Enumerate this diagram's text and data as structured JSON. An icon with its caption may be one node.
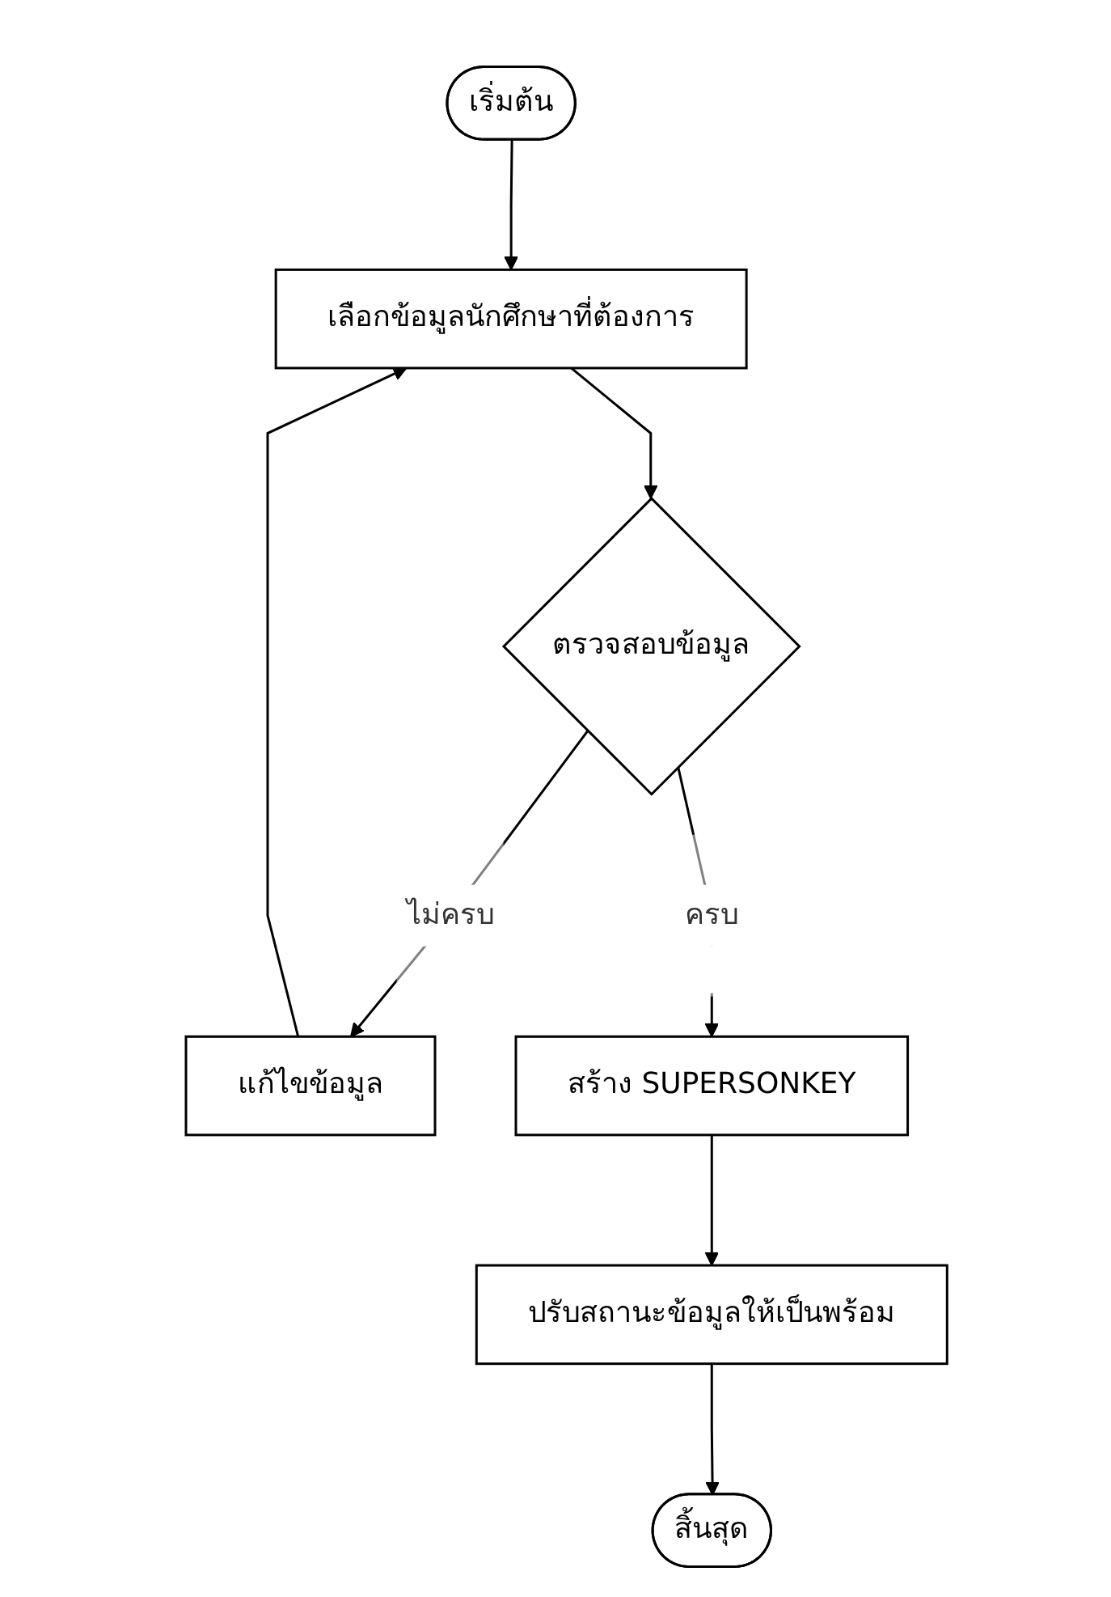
{
  "diagram": {
    "nodes": [
      {
        "text": [
          "เริ่มต้น"
        ]
      },
      {
        "text": [
          "เลือกข้อมูลนักศึกษาที่ต้องการ"
        ]
      },
      {
        "text": [
          "ตรวจสอบข้อมูล"
        ]
      },
      {
        "text": [
          "แก้ไขข้อมูล"
        ]
      },
      {
        "text": [
          "สร้าง SUPERSONKEY"
        ]
      },
      {
        "text": [
          "ปรับสถานะข้อมูลให้เป็นพร้อม"
        ]
      },
      {
        "text": [
          "สิ้นสุด"
        ]
      }
    ],
    "edges": [
      {
        "from": 0,
        "to": 1,
        "arrow": "to"
      },
      {
        "from": 1,
        "to": 2,
        "arrow": "to"
      },
      {
        "from": 2,
        "to": 3,
        "label": "ไม่ครบ",
        "arrow": "to"
      },
      {
        "from": 3,
        "to": 1,
        "arrow": "to"
      },
      {
        "from": 2,
        "to": 4,
        "label": "ครบ",
        "arrow": "to"
      },
      {
        "from": 4,
        "to": 5,
        "arrow": "to"
      },
      {
        "from": 5,
        "to": 6,
        "arrow": "to"
      }
    ]
  }
}
